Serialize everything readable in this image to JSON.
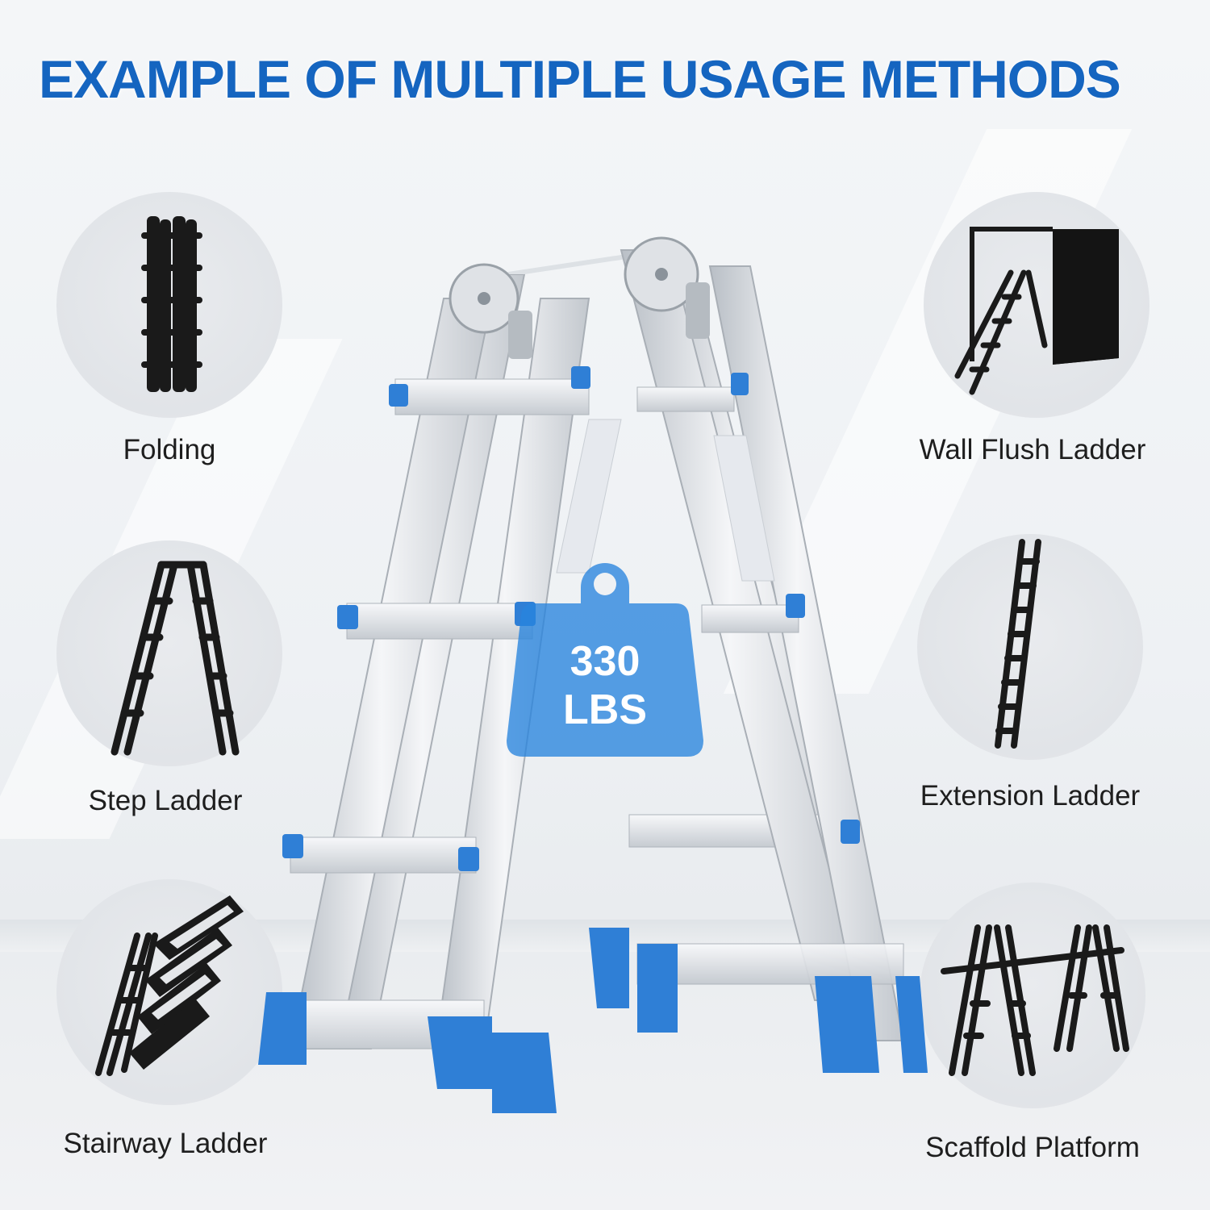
{
  "title": "EXAMPLE OF MULTIPLE USAGE METHODS",
  "colors": {
    "accent": "#1565c0",
    "ladder_cap": "#2f7fd6",
    "badge": "#2e86de"
  },
  "usages": {
    "folding": {
      "label": "Folding",
      "icon": "folding-ladder-icon"
    },
    "wall_flush": {
      "label": "Wall Flush Ladder",
      "icon": "wall-flush-ladder-icon"
    },
    "step": {
      "label": "Step Ladder",
      "icon": "step-ladder-icon"
    },
    "extension": {
      "label": "Extension Ladder",
      "icon": "extension-ladder-icon"
    },
    "stairway": {
      "label": "Stairway Ladder",
      "icon": "stairway-ladder-icon"
    },
    "scaffold": {
      "label": "Scaffold Platform",
      "icon": "scaffold-platform-icon"
    }
  },
  "capacity": {
    "value": "330",
    "unit": "LBS",
    "icon": "weight-icon"
  }
}
